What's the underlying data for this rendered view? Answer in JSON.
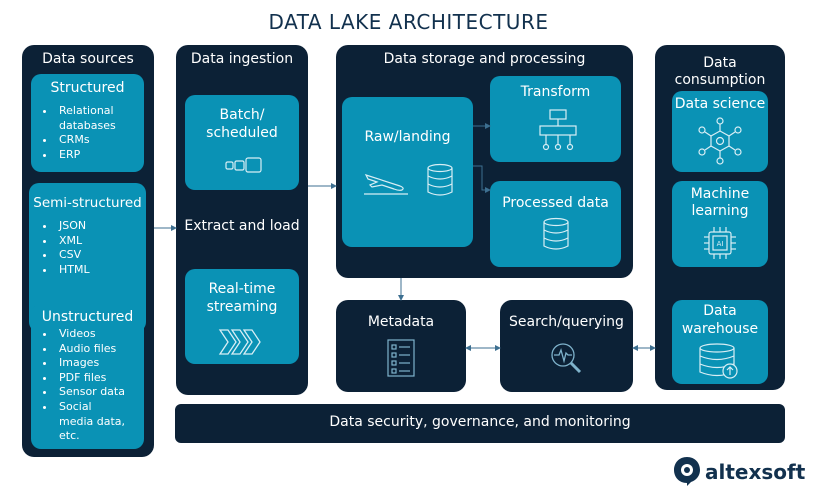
{
  "title": "DATA LAKE ARCHITECTURE",
  "data_sources": {
    "header": "Data sources",
    "structured": {
      "title": "Structured",
      "items": [
        "Relational",
        "databases",
        "CRMs",
        "ERP"
      ]
    },
    "semi_structured": {
      "title": "Semi-structured",
      "items": [
        "JSON",
        "XML",
        "CSV",
        "HTML"
      ]
    },
    "unstructured": {
      "title": "Unstructured",
      "items": [
        "Videos",
        "Audio files",
        "Images",
        "PDF files",
        "Sensor data",
        "Social",
        "media data,",
        "etc."
      ]
    }
  },
  "ingestion": {
    "header": "Data ingestion",
    "batch_title": [
      "Batch/",
      "scheduled"
    ],
    "extract_label": "Extract and load",
    "streaming_title": [
      "Real-time",
      "streaming"
    ]
  },
  "storage": {
    "header": "Data storage and processing",
    "raw": "Raw/landing",
    "transform": "Transform",
    "processed": "Processed data"
  },
  "metadata": {
    "title": "Metadata"
  },
  "search": {
    "title": "Search/querying"
  },
  "consumption": {
    "header": [
      "Data",
      "consumption"
    ],
    "data_science": "Data science",
    "machine_learning": [
      "Machine",
      "learning"
    ],
    "data_warehouse": [
      "Data",
      "warehouse"
    ]
  },
  "security": {
    "label": "Data security, governance, and monitoring"
  },
  "brand": {
    "name": "altexsoft"
  },
  "colors": {
    "dark": "#0c2136",
    "teal": "#0a92b5",
    "arrow": "#3d6f90",
    "title": "#12314e"
  }
}
